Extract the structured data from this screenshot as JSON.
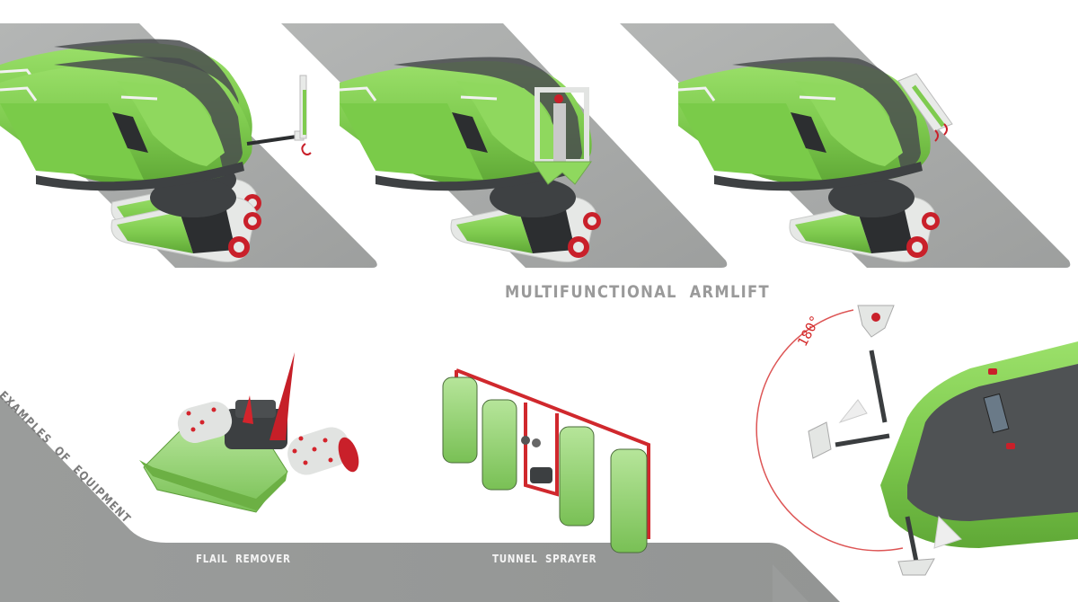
{
  "board": {
    "title": "MULTIFUNCTIONAL ARMLIFT",
    "section_label": "EXAMPLES OF EQUIPMENT",
    "rotation_label": "180°"
  },
  "renders": [
    {
      "name": "armlift-extended",
      "description": "Tracked vehicle with hook arm extended forward"
    },
    {
      "name": "armlift-with-fork",
      "description": "Tracked vehicle with fork attachment raised"
    },
    {
      "name": "armlift-folded",
      "description": "Tracked vehicle with arm folded against hood"
    }
  ],
  "equipment": [
    {
      "label": "FLAIL REMOVER"
    },
    {
      "label": "TUNNEL SPRAYER"
    }
  ],
  "colors": {
    "panel_gray": "#a9abaa",
    "band_gray": "#969897",
    "body_green": "#7fcb4f",
    "body_green_dark": "#5faa36",
    "shell_dark": "#4a4d4f",
    "accent_red": "#d42a2a",
    "track_white": "#e6e8e6"
  }
}
